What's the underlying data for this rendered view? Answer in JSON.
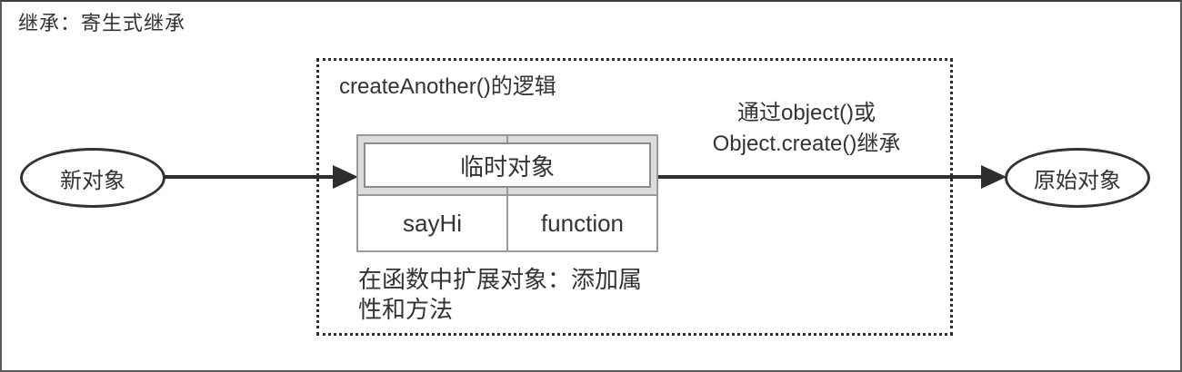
{
  "title": "继承：寄生式继承",
  "logic_box": {
    "label": "createAnother()的逻辑",
    "note": "在函数中扩展对象：添加属\n性和方法"
  },
  "nodes": {
    "new_object": "新对象",
    "original_object": "原始对象"
  },
  "temp_object_table": {
    "header": "临时对象",
    "row": {
      "property": "sayHi",
      "value": "function"
    }
  },
  "arrows": {
    "inherit_label": "通过object()或\nObject.create()继承"
  },
  "colors": {
    "text": "#333333",
    "frame_border": "#5a5a5a",
    "dotted_border": "#2e2e2e",
    "arrow": "#2e2e2e",
    "table_border": "#9a9a9a",
    "table_header_bg": "#dcdcdc",
    "inner_box_border": "#8c8c8c"
  }
}
